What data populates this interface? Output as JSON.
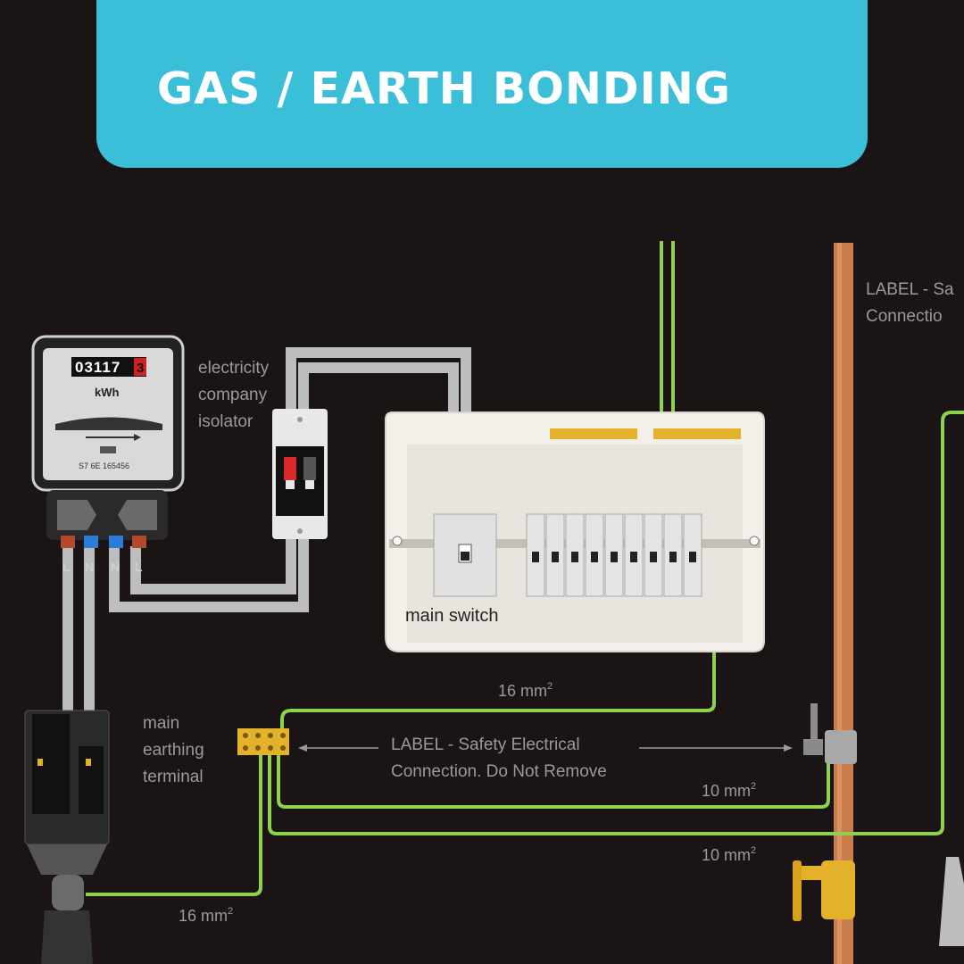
{
  "banner": {
    "title": "GAS / EARTH BONDING",
    "color": "#3bbfd8"
  },
  "meter": {
    "reading": "03117",
    "reading_last_digit": "3",
    "unit": "kWh",
    "serial": "S7 6E 165456",
    "terminals": [
      "L",
      "N",
      "N",
      "L"
    ]
  },
  "labels": {
    "isolator_line1": "electricity",
    "isolator_line2": "company",
    "isolator_line3": "isolator",
    "main_switch": "main switch",
    "met_line1": "main",
    "met_line2": "earthing",
    "met_line3": "terminal",
    "safety_line1": "LABEL - Safety Electrical",
    "safety_line2": "Connection. Do Not Remove",
    "top_right_line1": "LABEL - Sa",
    "top_right_line2": "Connectio",
    "cable_16_upper": "16 mm",
    "cable_10_upper": "10 mm",
    "cable_10_lower": "10 mm",
    "cable_16_lower": "16 mm",
    "superscript": "2"
  },
  "colors": {
    "background": "#1a1414",
    "earth_wire": "#8ed14a",
    "copper_pipe": "#c97d4a",
    "brass": "#e3b22a",
    "label_text": "#9a9a9a",
    "cable_grey": "#b8b8b8"
  }
}
